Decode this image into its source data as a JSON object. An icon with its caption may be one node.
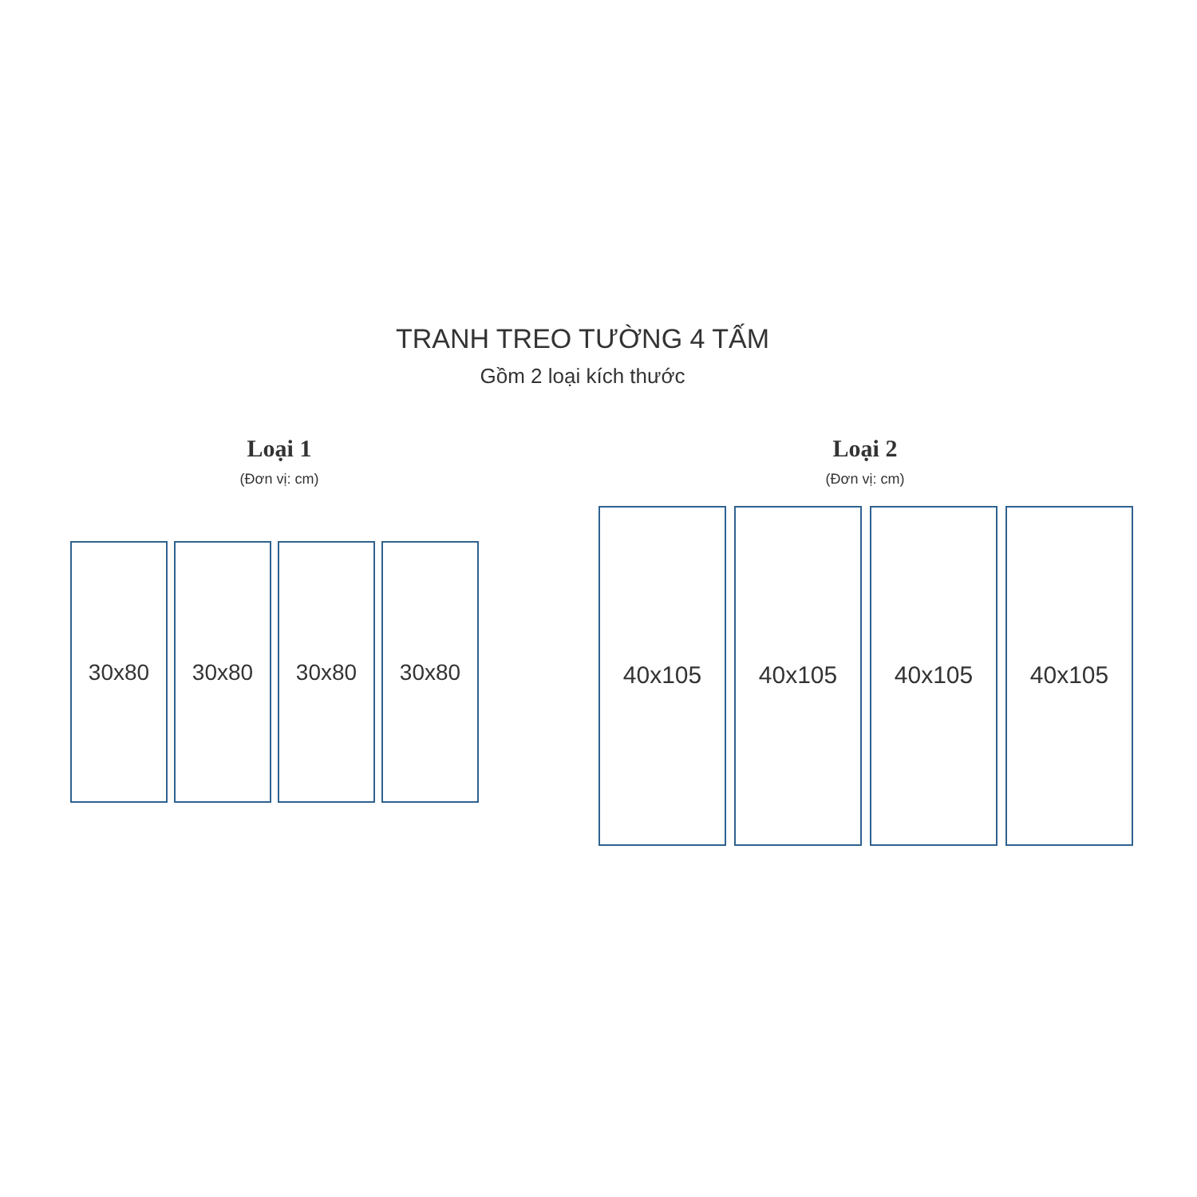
{
  "diagram": {
    "title": "TRANH TREO TƯỜNG 4 TẤM",
    "nodes": [
      {
        "text": [
          "30x80"
        ]
      },
      {
        "text": [
          "30x80"
        ]
      },
      {
        "text": [
          "30x80"
        ]
      },
      {
        "text": [
          "30x80"
        ]
      },
      {
        "text": [
          "40x105"
        ]
      },
      {
        "text": [
          "40x105"
        ]
      },
      {
        "text": [
          "40x105"
        ]
      },
      {
        "text": [
          "40x105"
        ]
      }
    ],
    "labels": [
      "Gồm 2 loại kích thước",
      "Loại 1",
      "(Đơn vị: cm)",
      "Loại 2",
      "(Đơn vị: cm)"
    ]
  }
}
